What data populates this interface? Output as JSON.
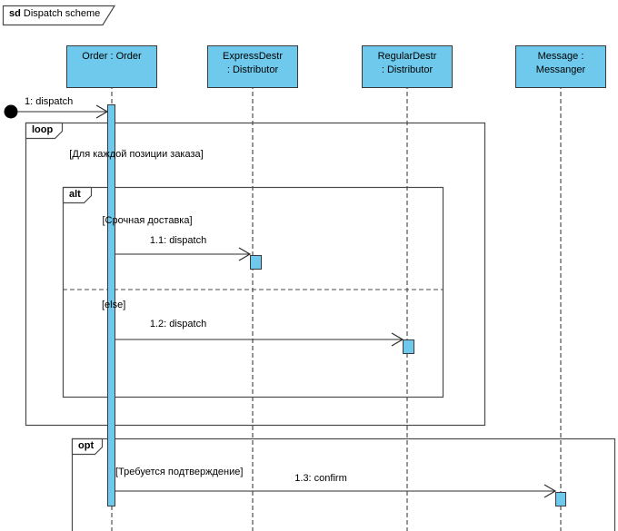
{
  "diagram": {
    "frame_label": {
      "keyword": "sd",
      "title": "Dispatch scheme"
    },
    "lifelines": [
      {
        "id": "order",
        "line1": "Order : Order",
        "line2": ""
      },
      {
        "id": "express",
        "line1": "ExpressDestr",
        "line2": ": Distributor"
      },
      {
        "id": "regular",
        "line1": "RegularDestr",
        "line2": ": Distributor"
      },
      {
        "id": "message",
        "line1": "Message :",
        "line2": "Messanger"
      }
    ],
    "messages": [
      {
        "id": "1",
        "label": "1: dispatch",
        "from": "found",
        "to": "order"
      },
      {
        "id": "1.1",
        "label": "1.1: dispatch",
        "from": "order",
        "to": "express"
      },
      {
        "id": "1.2",
        "label": "1.2: dispatch",
        "from": "order",
        "to": "regular"
      },
      {
        "id": "1.3",
        "label": "1.3: confirm",
        "from": "order",
        "to": "message"
      }
    ],
    "fragments": {
      "loop": {
        "operator": "loop",
        "guard": "[Для каждой позиции заказа]"
      },
      "alt": {
        "operator": "alt",
        "guard_urgent": "[Срочная доставка]",
        "guard_else": "[else]"
      },
      "opt": {
        "operator": "opt",
        "guard": "[Требуется подтверждение]"
      }
    },
    "colors": {
      "shape_fill": "#6ec9ec",
      "shape_border": "#3a3a3a",
      "frame_color": "#4a4a4a",
      "line_color": "#2e2e2e",
      "text_color": "#000000"
    }
  }
}
